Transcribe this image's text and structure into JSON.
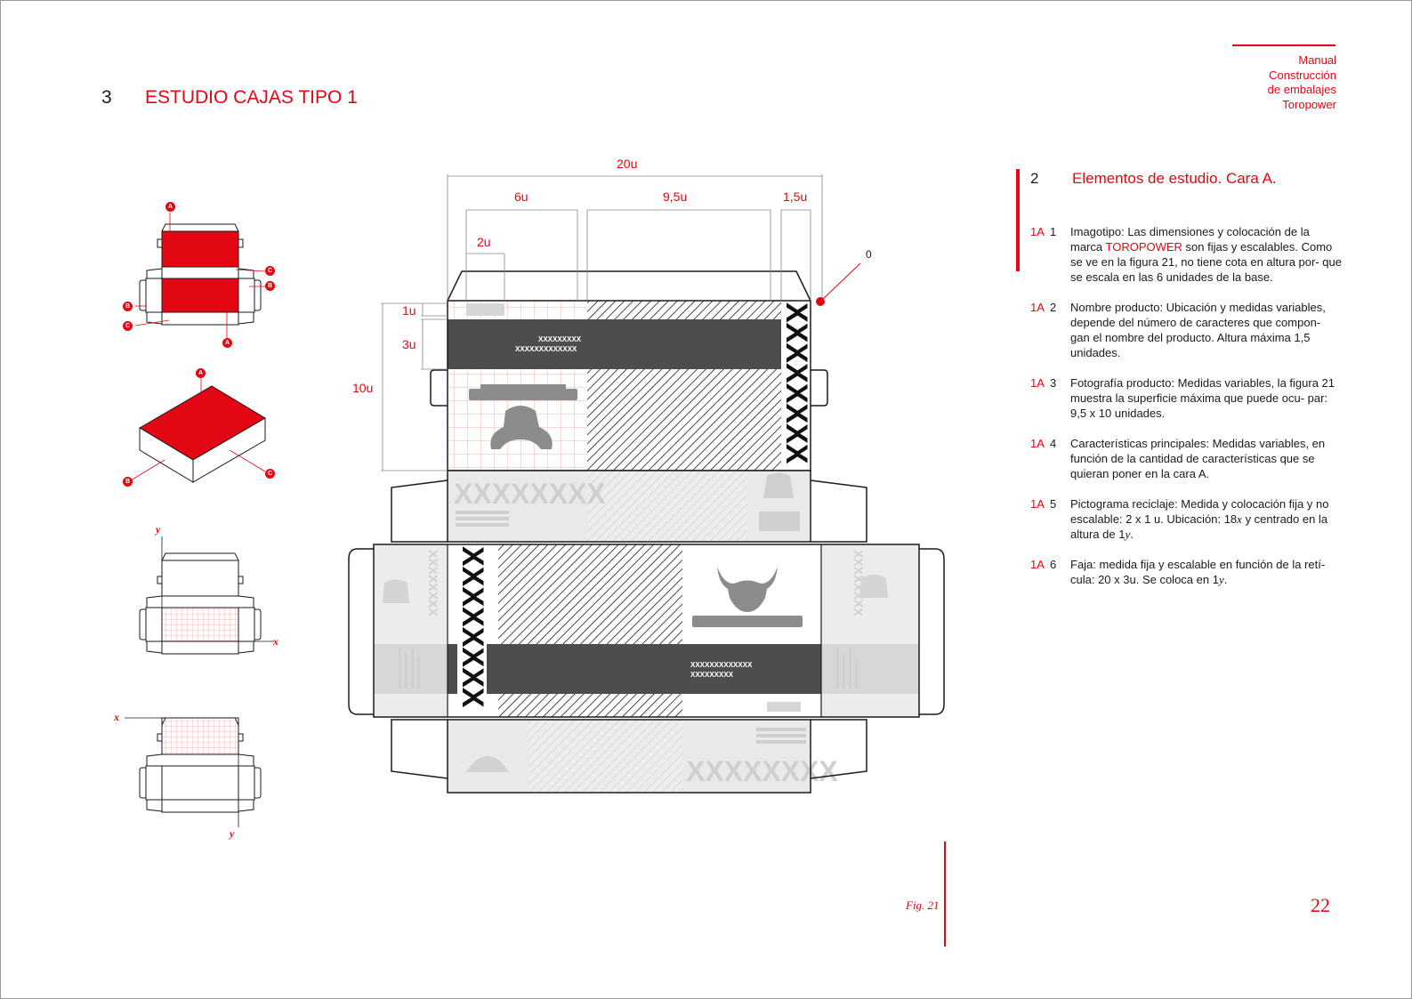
{
  "header": {
    "section_number": "3",
    "section_title": "ESTUDIO CAJAS TIPO 1",
    "manual_lines": [
      "Manual",
      "Construcción",
      "de embalajes",
      "Toropower"
    ]
  },
  "panel": {
    "number": "2",
    "title": "Elementos de estudio. Cara A.",
    "items": [
      {
        "code": "1A",
        "num": "1",
        "pre": "Imagotipo: Las dimensiones y colocación de la marca ",
        "brand": "TOROPOWER",
        "post": " son fijas y escalables. Como se ve en la figura 21, no tiene cota en altura por- que se escala en las 6 unidades de la base."
      },
      {
        "code": "1A",
        "num": "2",
        "text": "Nombre producto: Ubicación y medidas variables, depende del número de caracteres que compon- gan el nombre del producto. Altura máxima 1,5 unidades."
      },
      {
        "code": "1A",
        "num": "3",
        "text": "Fotografía producto: Medidas variables, la figura 21 muestra la superficie máxima que puede ocu- par: 9,5 x 10 unidades."
      },
      {
        "code": "1A",
        "num": "4",
        "text": "Características principales: Medidas variables, en función de la cantidad de características que se quieran poner en la cara A."
      },
      {
        "code": "1A",
        "num": "5",
        "pre": "Pictograma reciclaje: Medida y colocación fija y no escalable: 2 x 1 u. Ubicación: 18",
        "v1": "x",
        "mid": " y centrado en la altura de 1",
        "v2": "y",
        "post": "."
      },
      {
        "code": "1A",
        "num": "6",
        "pre": "Faja: medida fija y escalable en función de la retí- cula: 20 x 3u. Se coloca en 1",
        "v1": "y",
        "post": "."
      }
    ]
  },
  "diagram": {
    "dimensions": {
      "total": "20u",
      "a": "6u",
      "b": "9,5u",
      "c": "1,5u",
      "d": "2u",
      "h1": "1u",
      "h2": "3u",
      "h3": "10u",
      "origin": "0"
    },
    "placeholder_short": "XXXXXXXXX",
    "placeholder_long": "XXXXXXXXXXXXX",
    "placeholder_big": "XXXXXXXX",
    "placeholder_vertical": "XXXXXXXX"
  },
  "thumbnails": {
    "labels": {
      "a": "A",
      "b": "B",
      "c": "C"
    },
    "axis_x": "x",
    "axis_y": "y"
  },
  "footer": {
    "figure_label": "Fig. 21",
    "page_number": "22"
  },
  "colors": {
    "accent": "#e30613",
    "dark_band": "#4d4d4d",
    "light_gray": "#d9d9d9"
  }
}
